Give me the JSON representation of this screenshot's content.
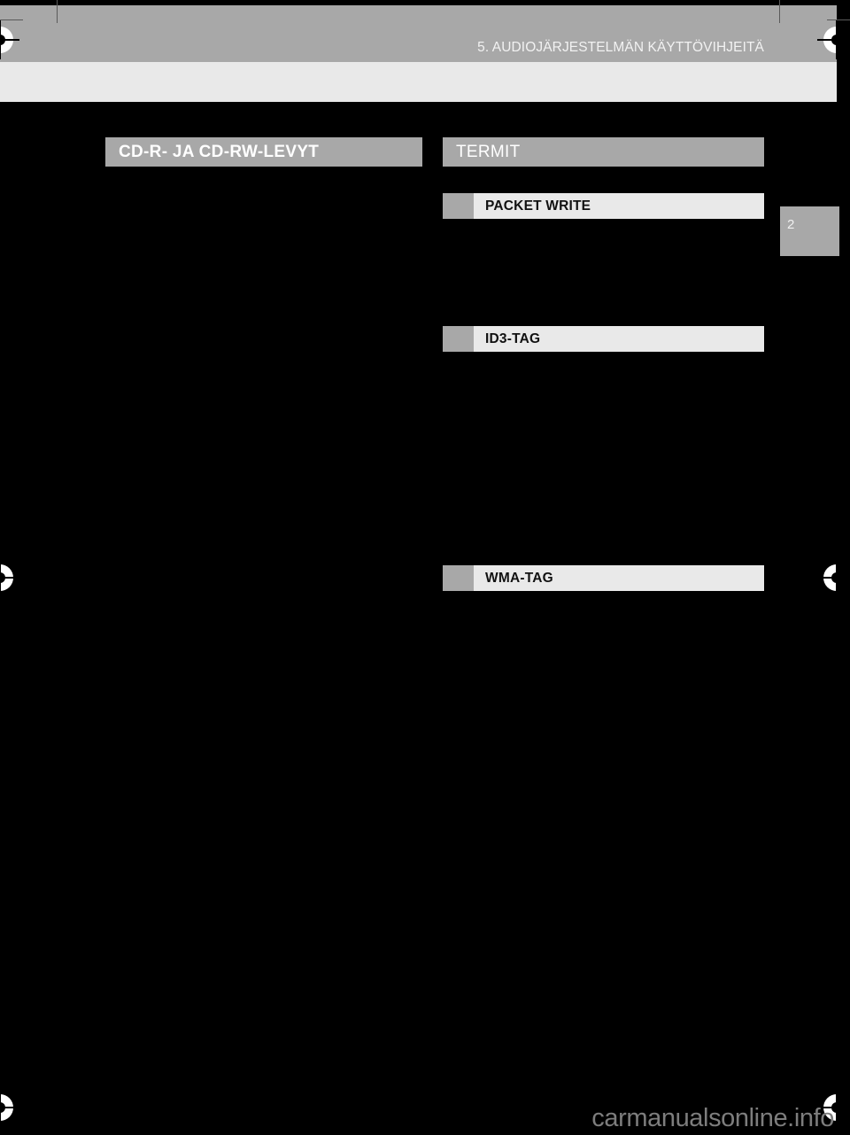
{
  "page": {
    "background_color": "#000000",
    "header_band_color": "#a8a8a8",
    "subheader_band_color": "#e9e9e9",
    "accent_color": "#a8a8a8",
    "light_bar_color": "#e9e9e9"
  },
  "header": {
    "title": "5. AUDIOJÄRJESTELMÄN KÄYTTÖVIHJEITÄ"
  },
  "chapter_tab": {
    "number": "2"
  },
  "sections": [
    {
      "id": "cd-r-ja-cd-rw-levyt",
      "title": "CD-R- JA CD-RW-LEVYT",
      "column": "left"
    },
    {
      "id": "termit",
      "title": "TERMIT",
      "column": "right"
    }
  ],
  "subsections": [
    {
      "id": "packet-write",
      "title": "PACKET WRITE"
    },
    {
      "id": "id3-tag",
      "title": "ID3-TAG"
    },
    {
      "id": "wma-tag",
      "title": "WMA-TAG"
    }
  ],
  "watermark": {
    "text": "carmanualsonline.info"
  }
}
